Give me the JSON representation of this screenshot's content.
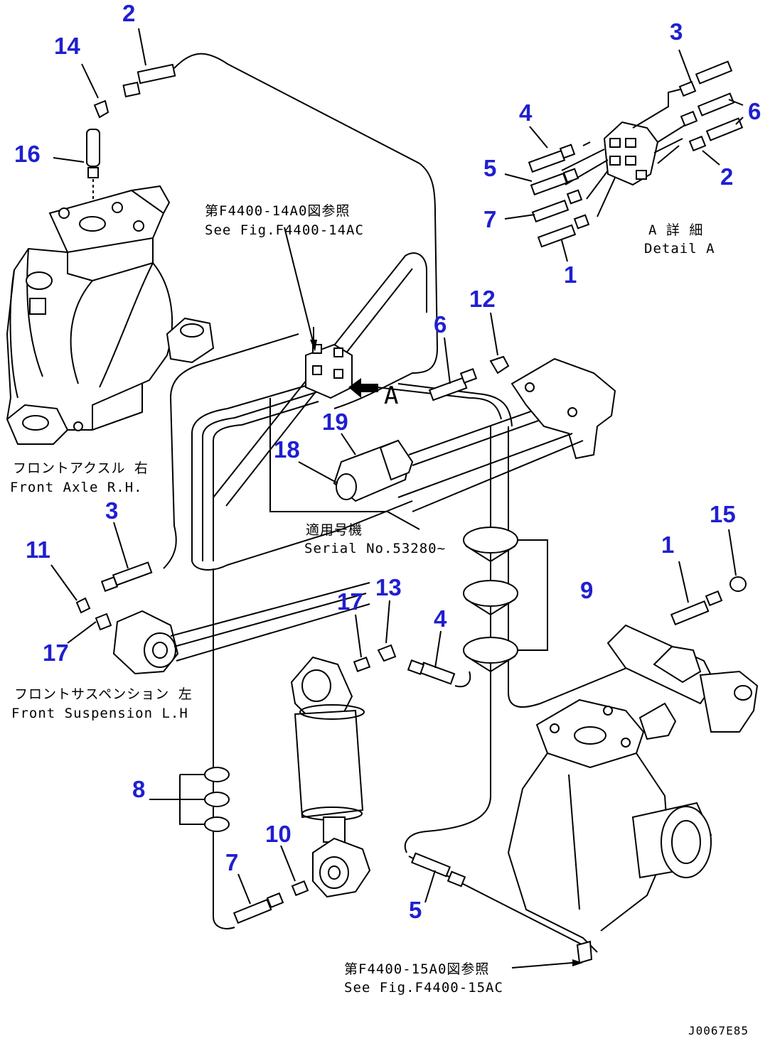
{
  "callouts": {
    "c2a": "2",
    "c14": "14",
    "c16": "16",
    "c3a": "3",
    "c6a": "6",
    "c4a": "4",
    "c5a": "5",
    "c2b": "2",
    "c7a": "7",
    "c1a": "1",
    "c6b": "6",
    "c12": "12",
    "c19": "19",
    "c18": "18",
    "c3b": "3",
    "c11": "11",
    "c17a": "17",
    "c17b": "17",
    "c13": "13",
    "c4b": "4",
    "c15": "15",
    "c1b": "1",
    "c9": "9",
    "c8": "8",
    "c10": "10",
    "c7b": "7",
    "c5b": "5"
  },
  "notes": {
    "ref_top_jp": "第F4400-14A0図参照",
    "ref_top_en": "See Fig.F4400-14AC",
    "detail_jp": "A 詳 細",
    "detail_en": "Detail A",
    "view_arrow": "A",
    "axle_jp": "フロントアクスル 右",
    "axle_en": "Front Axle R.H.",
    "serial_jp": "適用号機",
    "serial_en": "Serial No.53280~",
    "susp_jp": "フロントサスペンション 左",
    "susp_en": "Front Suspension L.H",
    "ref_bottom_jp": "第F4400-15A0図参照",
    "ref_bottom_en": "See Fig.F4400-15AC",
    "drawing_no": "J0067E85"
  },
  "colors": {
    "callout": "#1f1fd0",
    "linework": "#000000",
    "background": "#ffffff"
  }
}
